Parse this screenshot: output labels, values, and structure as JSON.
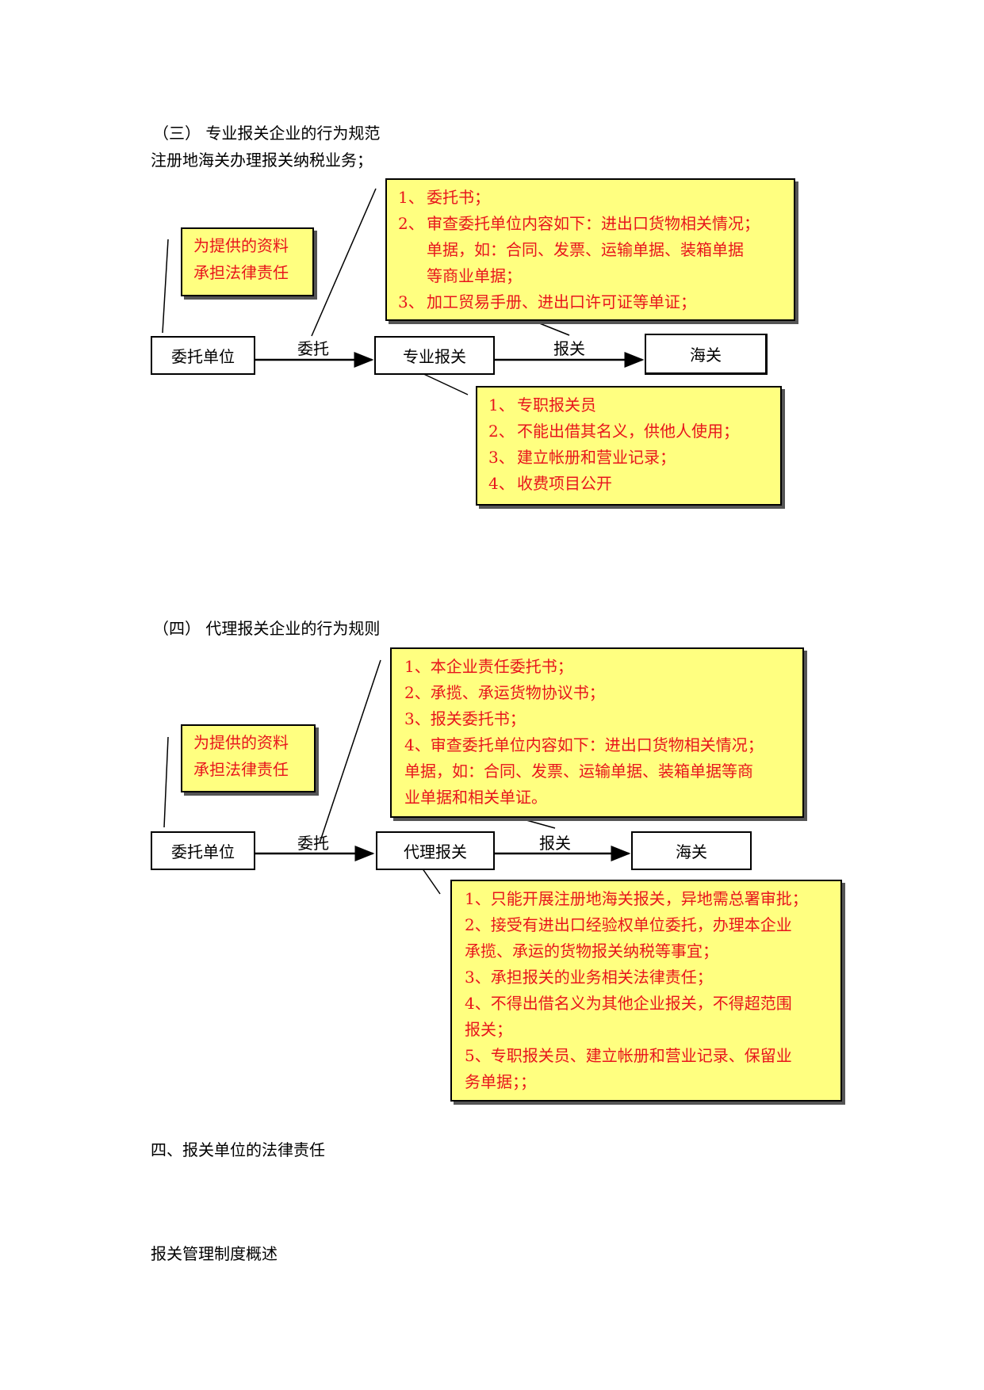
{
  "section3": {
    "heading": "（三）   专业报关企业的行为规范",
    "subline": "注册地海关办理报关纳税业务；",
    "liability_note": [
      "为提供的资料",
      "承担法律责任"
    ],
    "top_note": [
      {
        "num": "1、",
        "text": "委托书；"
      },
      {
        "num": "2、",
        "text": "审查委托单位内容如下：进出口货物相关情况；"
      },
      {
        "num": "",
        "text": "单据，如：合同、发票、运输单据、装箱单据"
      },
      {
        "num": "",
        "text": "等商业单据；"
      },
      {
        "num": "3、",
        "text": "加工贸易手册、进出口许可证等单证；"
      }
    ],
    "bottom_note": [
      {
        "num": "1、",
        "text": "专职报关员"
      },
      {
        "num": "2、",
        "text": "不能出借其名义，供他人使用；"
      },
      {
        "num": "3、",
        "text": "建立帐册和营业记录；"
      },
      {
        "num": "4、",
        "text": "收费项目公开"
      }
    ],
    "flow": {
      "client": "委托单位",
      "arrow1": "委托",
      "broker": "专业报关",
      "arrow2": "报关",
      "customs": "海关"
    }
  },
  "section4": {
    "heading": "（四）   代理报关企业的行为规则",
    "liability_note": [
      "为提供的资料",
      "承担法律责任"
    ],
    "top_note": [
      "1、本企业责任委托书；",
      "2、承揽、承运货物协议书；",
      "3、报关委托书；",
      "4、审查委托单位内容如下：进出口货物相关情况；",
      "单据，如：合同、发票、运输单据、装箱单据等商",
      "业单据和相关单证。"
    ],
    "bottom_note": [
      "1、只能开展注册地海关报关，异地需总署审批；",
      "2、接受有进出口经验权单位委托，办理本企业",
      "承揽、承运的货物报关纳税等事宜；",
      "3、承担报关的业务相关法律责任；",
      "4、不得出借名义为其他企业报关，不得超范围",
      "报关；",
      "5、专职报关员、建立帐册和营业记录、保留业",
      "务单据；；"
    ],
    "flow": {
      "client": "委托单位",
      "arrow1": "委托",
      "broker": "代理报关",
      "arrow2": "报关",
      "customs": "海关"
    }
  },
  "footer": {
    "heading": "四、报关单位的法律责任",
    "summary": "报关管理制度概述"
  },
  "colors": {
    "note_bg": "#ffff80",
    "note_text": "#e8141c"
  }
}
